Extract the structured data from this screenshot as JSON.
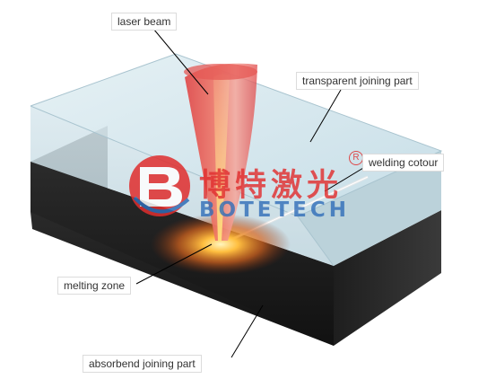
{
  "labels": {
    "laser_beam": "laser beam",
    "transparent_part": "transparent joining part",
    "welding_contour": "welding cotour",
    "melting_zone": "melting zone",
    "absorbend_part": "absorbend joining part"
  },
  "watermark": {
    "name_cn": "博特激光",
    "name_en": "BOTETECH",
    "registered_mark": "R"
  },
  "colors": {
    "laser": "#e04a4a",
    "glow": "#ffb030",
    "brand_red": "#e02e2e",
    "brand_blue": "#2f6db8",
    "glass": "#c5dde6",
    "base": "#151515"
  }
}
